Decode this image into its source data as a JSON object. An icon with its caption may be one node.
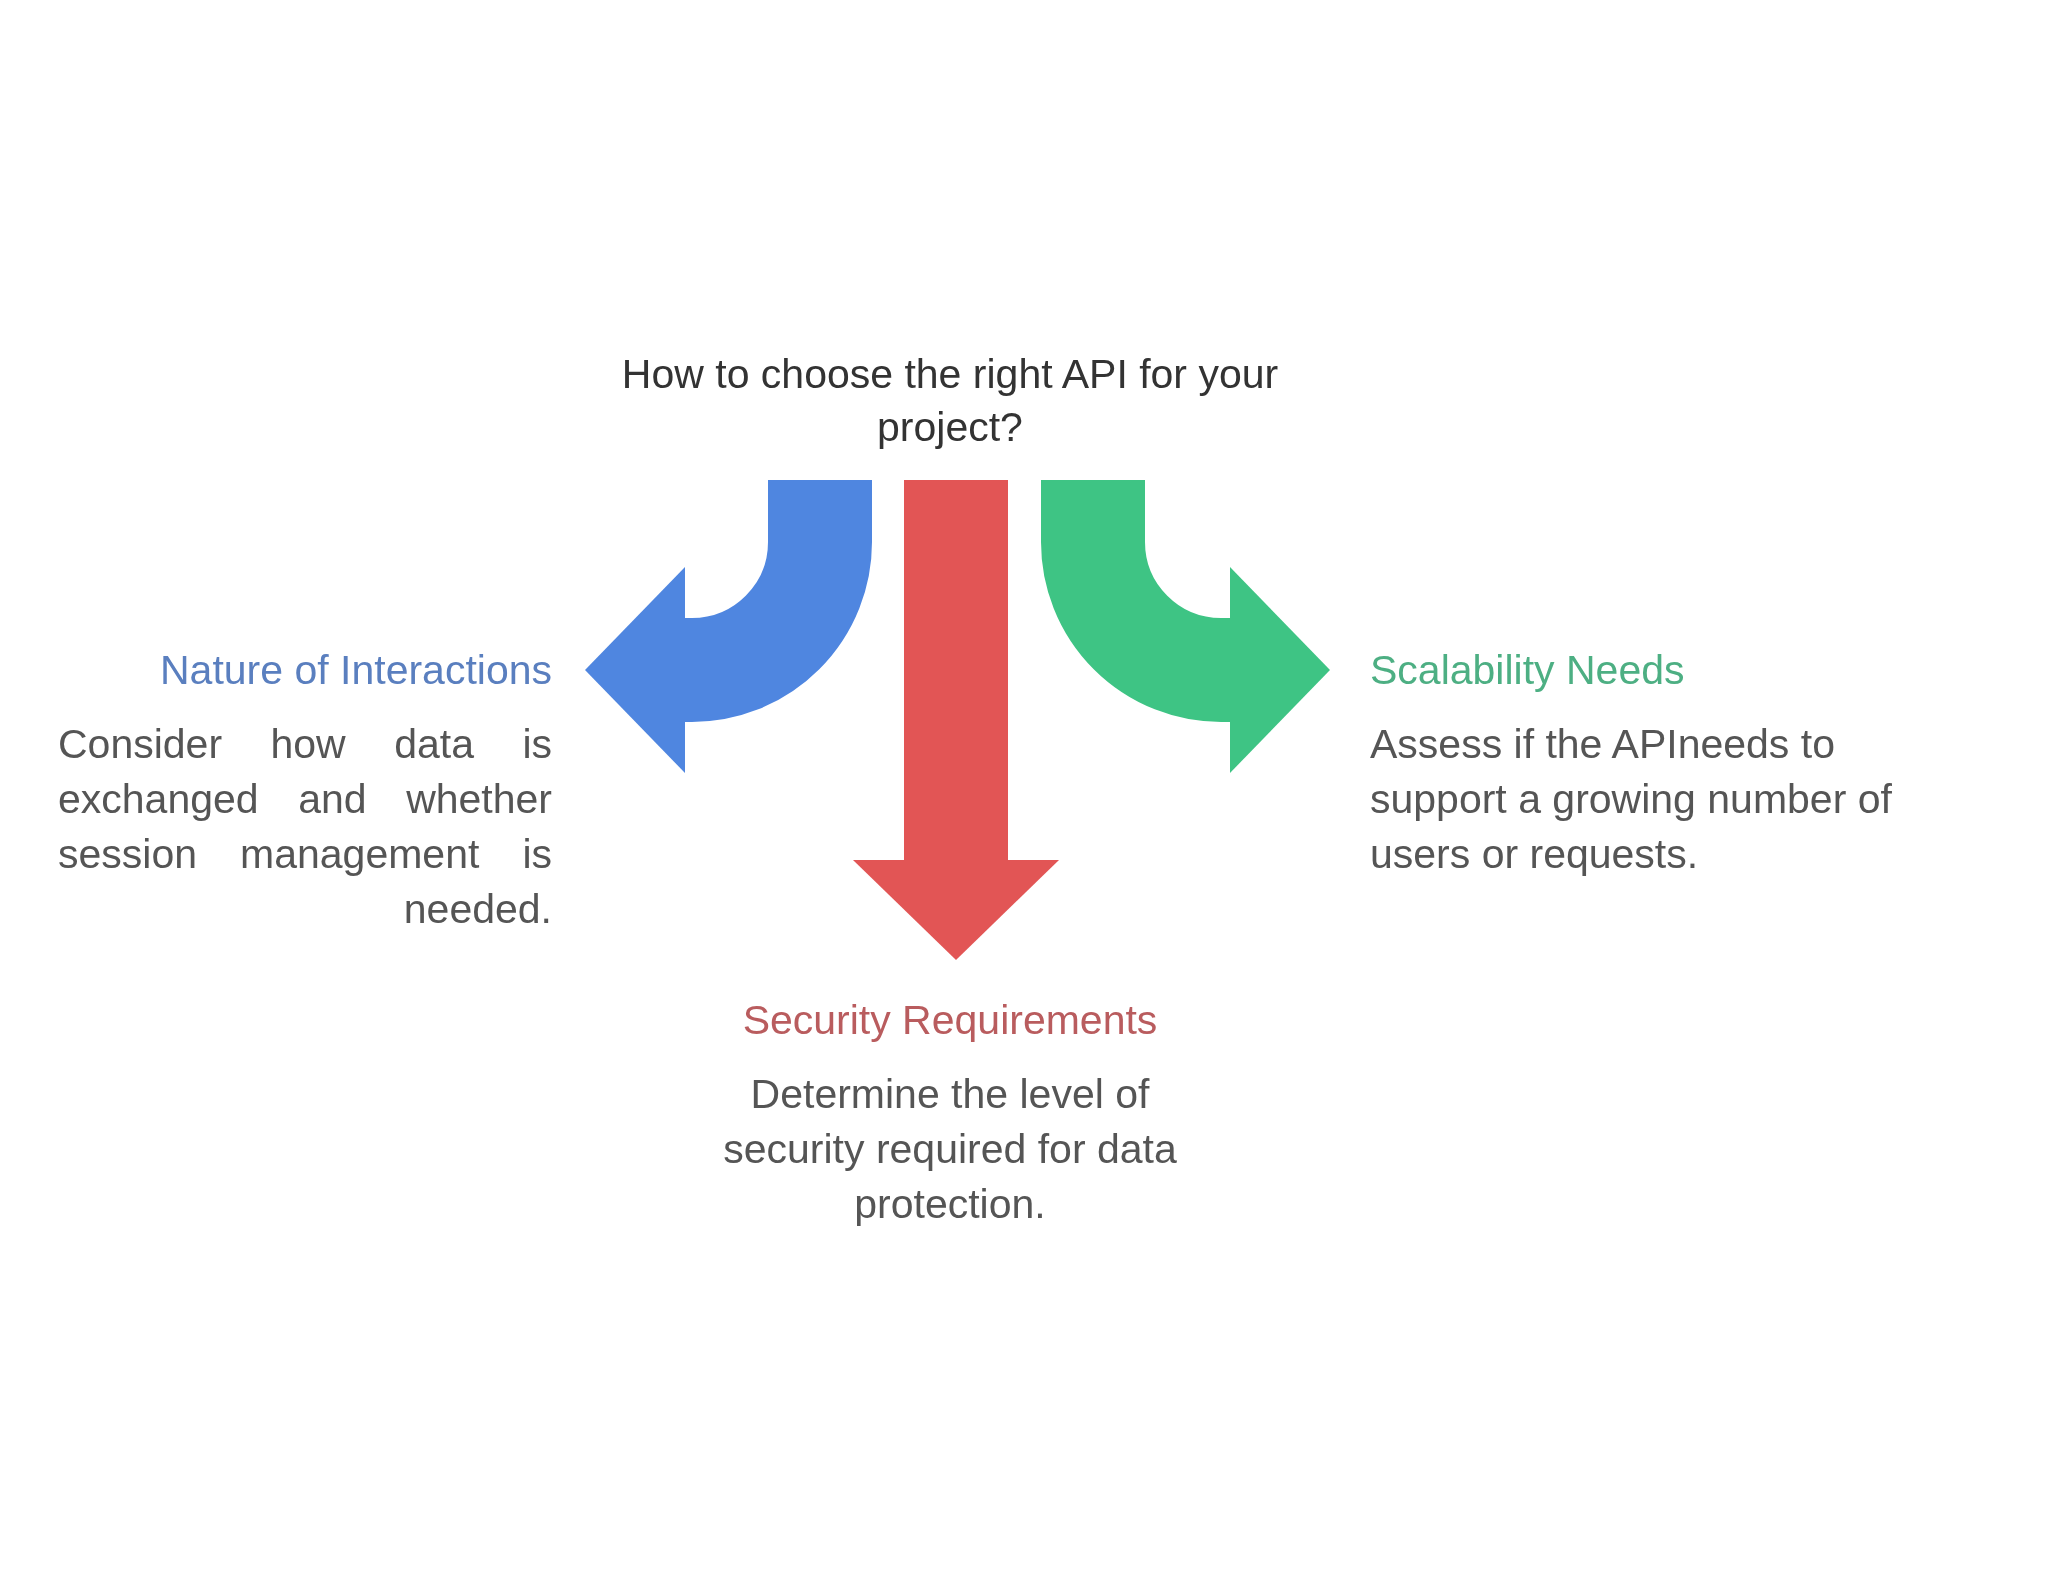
{
  "diagram": {
    "title": "How to choose the right API for your project?",
    "nodes": [
      {
        "text": [
          "Nature of Interactions",
          "Consider how data is exchanged and whether session management is needed."
        ]
      },
      {
        "text": [
          "Security Requirements",
          "Determine the level of security required for data protection."
        ]
      },
      {
        "text": [
          "Scalability Needs",
          "Assess if the APIneeds to support a growing number of users or requests."
        ]
      }
    ],
    "edges": [
      {
        "from": null,
        "to": 0,
        "arrow": "to",
        "color": "#4f86e0"
      },
      {
        "from": null,
        "to": 1,
        "arrow": "to",
        "color": "#e25555"
      },
      {
        "from": null,
        "to": 2,
        "arrow": "to",
        "color": "#3ec484"
      }
    ]
  }
}
